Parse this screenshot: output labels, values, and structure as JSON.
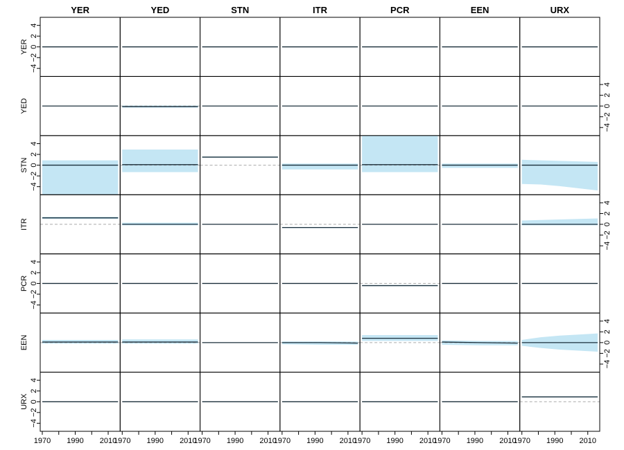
{
  "chart_data": {
    "type": "area",
    "title": "",
    "columns": [
      "YER",
      "YED",
      "STN",
      "ITR",
      "PCR",
      "EEN",
      "URX"
    ],
    "rows": [
      "YER",
      "YED",
      "STN",
      "ITR",
      "PCR",
      "EEN",
      "URX"
    ],
    "x": {
      "start": 1970,
      "end": 2016,
      "ticks": [
        1970,
        1980,
        1990,
        2000,
        2010
      ],
      "tick_labels": [
        "1970",
        "1990",
        "2010"
      ],
      "label_every_other": true
    },
    "y": {
      "ylim": [
        -5.5,
        5.5
      ],
      "ticks": [
        -4,
        -2,
        0,
        2,
        4
      ],
      "tick_labels": [
        "−4",
        "−2",
        "0",
        "2",
        "4"
      ],
      "axis_side_by_row": [
        "left",
        "right",
        "left",
        "right",
        "left",
        "right",
        "left"
      ]
    },
    "colors": {
      "band": "#c4e6f4",
      "line": "#1a2e3a",
      "zero_line": "#aaaaaa",
      "frame": "#000000"
    },
    "zero_line": {
      "style": "dashed"
    },
    "series": [
      [
        {
          "line": [
            0,
            0
          ],
          "lower": [
            0,
            0
          ],
          "upper": [
            0,
            0
          ]
        },
        {
          "line": [
            0,
            0
          ],
          "lower": [
            0,
            0
          ],
          "upper": [
            0,
            0
          ]
        },
        {
          "line": [
            0,
            0
          ],
          "lower": [
            0,
            0
          ],
          "upper": [
            0,
            0
          ]
        },
        {
          "line": [
            0,
            0
          ],
          "lower": [
            0,
            0
          ],
          "upper": [
            0,
            0
          ]
        },
        {
          "line": [
            0,
            0
          ],
          "lower": [
            0,
            0
          ],
          "upper": [
            0,
            0
          ]
        },
        {
          "line": [
            0,
            0
          ],
          "lower": [
            0,
            0
          ],
          "upper": [
            0,
            0
          ]
        },
        {
          "line": [
            0,
            0
          ],
          "lower": [
            0,
            0
          ],
          "upper": [
            0,
            0
          ]
        }
      ],
      [
        {
          "line": [
            0,
            0
          ],
          "lower": [
            0,
            0
          ],
          "upper": [
            0,
            0
          ]
        },
        {
          "line": [
            -0.1,
            -0.1
          ],
          "lower": [
            -0.3,
            -0.3
          ],
          "upper": [
            0.1,
            0.1
          ]
        },
        {
          "line": [
            0,
            0
          ],
          "lower": [
            0,
            0
          ],
          "upper": [
            0,
            0
          ]
        },
        {
          "line": [
            0,
            0
          ],
          "lower": [
            0,
            0
          ],
          "upper": [
            0,
            0
          ]
        },
        {
          "line": [
            0,
            0
          ],
          "lower": [
            0,
            0
          ],
          "upper": [
            0,
            0
          ]
        },
        {
          "line": [
            0,
            0
          ],
          "lower": [
            0,
            0
          ],
          "upper": [
            0,
            0
          ]
        },
        {
          "line": [
            0,
            0
          ],
          "lower": [
            0,
            0
          ],
          "upper": [
            0,
            0
          ]
        }
      ],
      [
        {
          "line": [
            0,
            0
          ],
          "lower": [
            -5.5,
            -5.5
          ],
          "upper": [
            0.9,
            0.9
          ]
        },
        {
          "line": [
            0.1,
            0.1
          ],
          "lower": [
            -1.3,
            -1.3
          ],
          "upper": [
            2.9,
            2.9
          ]
        },
        {
          "line": [
            1.5,
            1.5
          ],
          "lower": [
            1.4,
            1.4
          ],
          "upper": [
            1.6,
            1.6
          ]
        },
        {
          "line": [
            0,
            0
          ],
          "lower": [
            -0.8,
            -0.8
          ],
          "upper": [
            0.3,
            0.3
          ]
        },
        {
          "line": [
            0.1,
            0.1
          ],
          "lower": [
            -1.3,
            -1.3
          ],
          "upper": [
            5.5,
            5.5
          ]
        },
        {
          "line": [
            0,
            0
          ],
          "lower": [
            -0.5,
            -0.5
          ],
          "upper": [
            0.3,
            0.3
          ]
        },
        {
          "line": [
            0,
            0,
            0,
            0,
            0
          ],
          "lower": [
            -3.5,
            -3.6,
            -3.9,
            -4.3,
            -4.7
          ],
          "upper": [
            1.0,
            0.9,
            0.8,
            0.7,
            0.6
          ]
        }
      ],
      [
        {
          "line": [
            1.2,
            1.2
          ],
          "lower": [
            1.0,
            1.0
          ],
          "upper": [
            1.4,
            1.4
          ]
        },
        {
          "line": [
            0,
            0
          ],
          "lower": [
            -0.2,
            -0.2
          ],
          "upper": [
            0.3,
            0.3
          ]
        },
        {
          "line": [
            0,
            0
          ],
          "lower": [
            0,
            0
          ],
          "upper": [
            0,
            0
          ]
        },
        {
          "line": [
            -0.6,
            -0.6
          ],
          "lower": [
            -0.7,
            -0.7
          ],
          "upper": [
            -0.5,
            -0.5
          ]
        },
        {
          "line": [
            0,
            0
          ],
          "lower": [
            0,
            0
          ],
          "upper": [
            0,
            0
          ]
        },
        {
          "line": [
            0,
            0
          ],
          "lower": [
            0,
            0
          ],
          "upper": [
            0,
            0
          ]
        },
        {
          "line": [
            0,
            0,
            0,
            0,
            0
          ],
          "lower": [
            -0.2,
            -0.2,
            -0.2,
            -0.2,
            -0.2
          ],
          "upper": [
            0.7,
            0.8,
            0.9,
            1.0,
            1.1
          ]
        }
      ],
      [
        {
          "line": [
            0,
            0
          ],
          "lower": [
            0,
            0
          ],
          "upper": [
            0,
            0
          ]
        },
        {
          "line": [
            0,
            0
          ],
          "lower": [
            0,
            0
          ],
          "upper": [
            0,
            0
          ]
        },
        {
          "line": [
            0,
            0
          ],
          "lower": [
            0,
            0
          ],
          "upper": [
            0,
            0
          ]
        },
        {
          "line": [
            0,
            0
          ],
          "lower": [
            0,
            0
          ],
          "upper": [
            0,
            0
          ]
        },
        {
          "line": [
            -0.4,
            -0.4
          ],
          "lower": [
            -0.5,
            -0.5
          ],
          "upper": [
            -0.3,
            -0.3
          ]
        },
        {
          "line": [
            0,
            0
          ],
          "lower": [
            0,
            0
          ],
          "upper": [
            0,
            0
          ]
        },
        {
          "line": [
            0,
            0
          ],
          "lower": [
            0,
            0
          ],
          "upper": [
            0,
            0
          ]
        }
      ],
      [
        {
          "line": [
            0.1,
            0.1
          ],
          "lower": [
            -0.2,
            -0.2
          ],
          "upper": [
            0.5,
            0.5
          ]
        },
        {
          "line": [
            0.1,
            0.1
          ],
          "lower": [
            -0.2,
            -0.2
          ],
          "upper": [
            0.6,
            0.6
          ]
        },
        {
          "line": [
            0,
            0
          ],
          "lower": [
            0,
            0
          ],
          "upper": [
            0,
            0
          ]
        },
        {
          "line": [
            0,
            0,
            -0.1
          ],
          "lower": [
            -0.3,
            -0.4,
            -0.4
          ],
          "upper": [
            0.2,
            0.2,
            0.2
          ]
        },
        {
          "line": [
            0.8,
            0.8
          ],
          "lower": [
            0.3,
            0.3
          ],
          "upper": [
            1.4,
            1.4
          ]
        },
        {
          "line": [
            0.1,
            0,
            -0.1
          ],
          "lower": [
            -0.4,
            -0.5,
            -0.5
          ],
          "upper": [
            0.4,
            0.3,
            0.3
          ]
        },
        {
          "line": [
            0,
            0,
            0,
            0,
            0
          ],
          "lower": [
            -0.6,
            -1.0,
            -1.3,
            -1.5,
            -1.7
          ],
          "upper": [
            0.5,
            1.0,
            1.3,
            1.5,
            1.7
          ]
        }
      ],
      [
        {
          "line": [
            0,
            0
          ],
          "lower": [
            0,
            0
          ],
          "upper": [
            0,
            0
          ]
        },
        {
          "line": [
            0,
            0
          ],
          "lower": [
            0,
            0
          ],
          "upper": [
            0,
            0
          ]
        },
        {
          "line": [
            0,
            0
          ],
          "lower": [
            0,
            0
          ],
          "upper": [
            0,
            0
          ]
        },
        {
          "line": [
            0,
            0
          ],
          "lower": [
            0,
            0
          ],
          "upper": [
            0,
            0
          ]
        },
        {
          "line": [
            0,
            0
          ],
          "lower": [
            0,
            0
          ],
          "upper": [
            0,
            0
          ]
        },
        {
          "line": [
            0,
            0
          ],
          "lower": [
            0,
            0
          ],
          "upper": [
            0,
            0
          ]
        },
        {
          "line": [
            0.9,
            0.9
          ],
          "lower": [
            0.8,
            0.8
          ],
          "upper": [
            1.0,
            1.0
          ]
        }
      ]
    ]
  }
}
